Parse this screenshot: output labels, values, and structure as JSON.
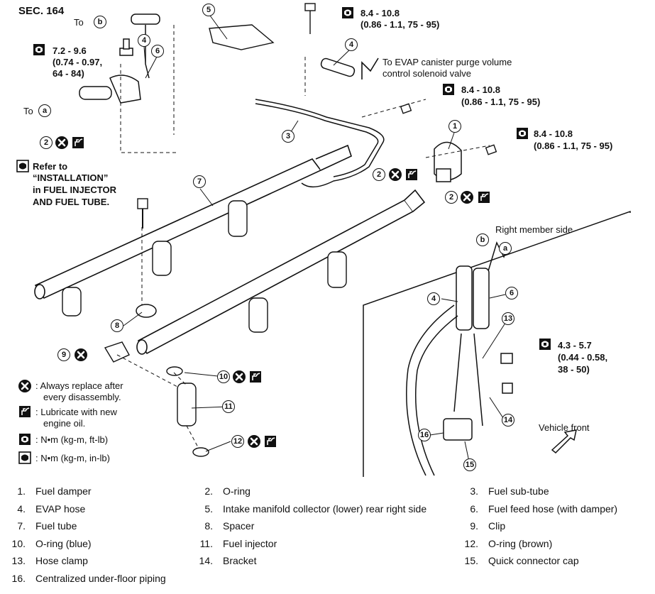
{
  "section": "SEC. 164",
  "torque_notes": {
    "top_right_1": [
      "8.4 - 10.8",
      "(0.86 - 1.1, 75 - 95)"
    ],
    "left_damper": [
      "7.2 - 9.6",
      "(0.74 - 0.97,",
      "64 - 84)"
    ],
    "mid_right": [
      "8.4 - 10.8",
      "(0.86 - 1.1, 75 - 95)"
    ],
    "far_right": [
      "8.4 - 10.8",
      "(0.86 - 1.1, 75 - 95)"
    ],
    "detail": [
      "4.3 - 5.7",
      "(0.44 - 0.58,",
      "38 - 50)"
    ]
  },
  "labels": {
    "to_b": "To",
    "to_a": "To",
    "evap_dest": [
      "To EVAP canister purge volume",
      "control solenoid valve"
    ],
    "refer": [
      "Refer to",
      "“INSTALLATION”",
      "in FUEL INJECTOR",
      "AND FUEL TUBE."
    ],
    "right_member": "Right member side",
    "vehicle_front": "Vehicle front"
  },
  "key": [
    {
      "text": ": Always replace after",
      "text2": "every disassembly.",
      "icon": "x-circle-icon"
    },
    {
      "text": ": Lubricate with new",
      "text2": "engine oil.",
      "icon": "oil-can-icon"
    },
    {
      "text": ": N•m (kg-m, ft-lb)",
      "icon": "torque-icon"
    },
    {
      "text": ": N•m (kg-m, in-lb)",
      "icon": "torque-icon"
    }
  ],
  "callouts": [
    "1",
    "2",
    "3",
    "4",
    "5",
    "6",
    "7",
    "8",
    "9",
    "10",
    "11",
    "12",
    "13",
    "14",
    "15",
    "16",
    "a",
    "b"
  ],
  "parts": [
    {
      "num": "1.",
      "name": "Fuel damper"
    },
    {
      "num": "2.",
      "name": "O-ring"
    },
    {
      "num": "3.",
      "name": "Fuel sub-tube"
    },
    {
      "num": "4.",
      "name": "EVAP hose"
    },
    {
      "num": "5.",
      "name": "Intake manifold collector (lower) rear right side"
    },
    {
      "num": "6.",
      "name": "Fuel feed hose (with damper)"
    },
    {
      "num": "7.",
      "name": "Fuel tube"
    },
    {
      "num": "8.",
      "name": "Spacer"
    },
    {
      "num": "9.",
      "name": "Clip"
    },
    {
      "num": "10.",
      "name": "O-ring (blue)"
    },
    {
      "num": "11.",
      "name": "Fuel injector"
    },
    {
      "num": "12.",
      "name": "O-ring (brown)"
    },
    {
      "num": "13.",
      "name": "Hose clamp"
    },
    {
      "num": "14.",
      "name": "Bracket"
    },
    {
      "num": "15.",
      "name": "Quick connector cap"
    },
    {
      "num": "16.",
      "name": "Centralized under-floor piping"
    }
  ]
}
